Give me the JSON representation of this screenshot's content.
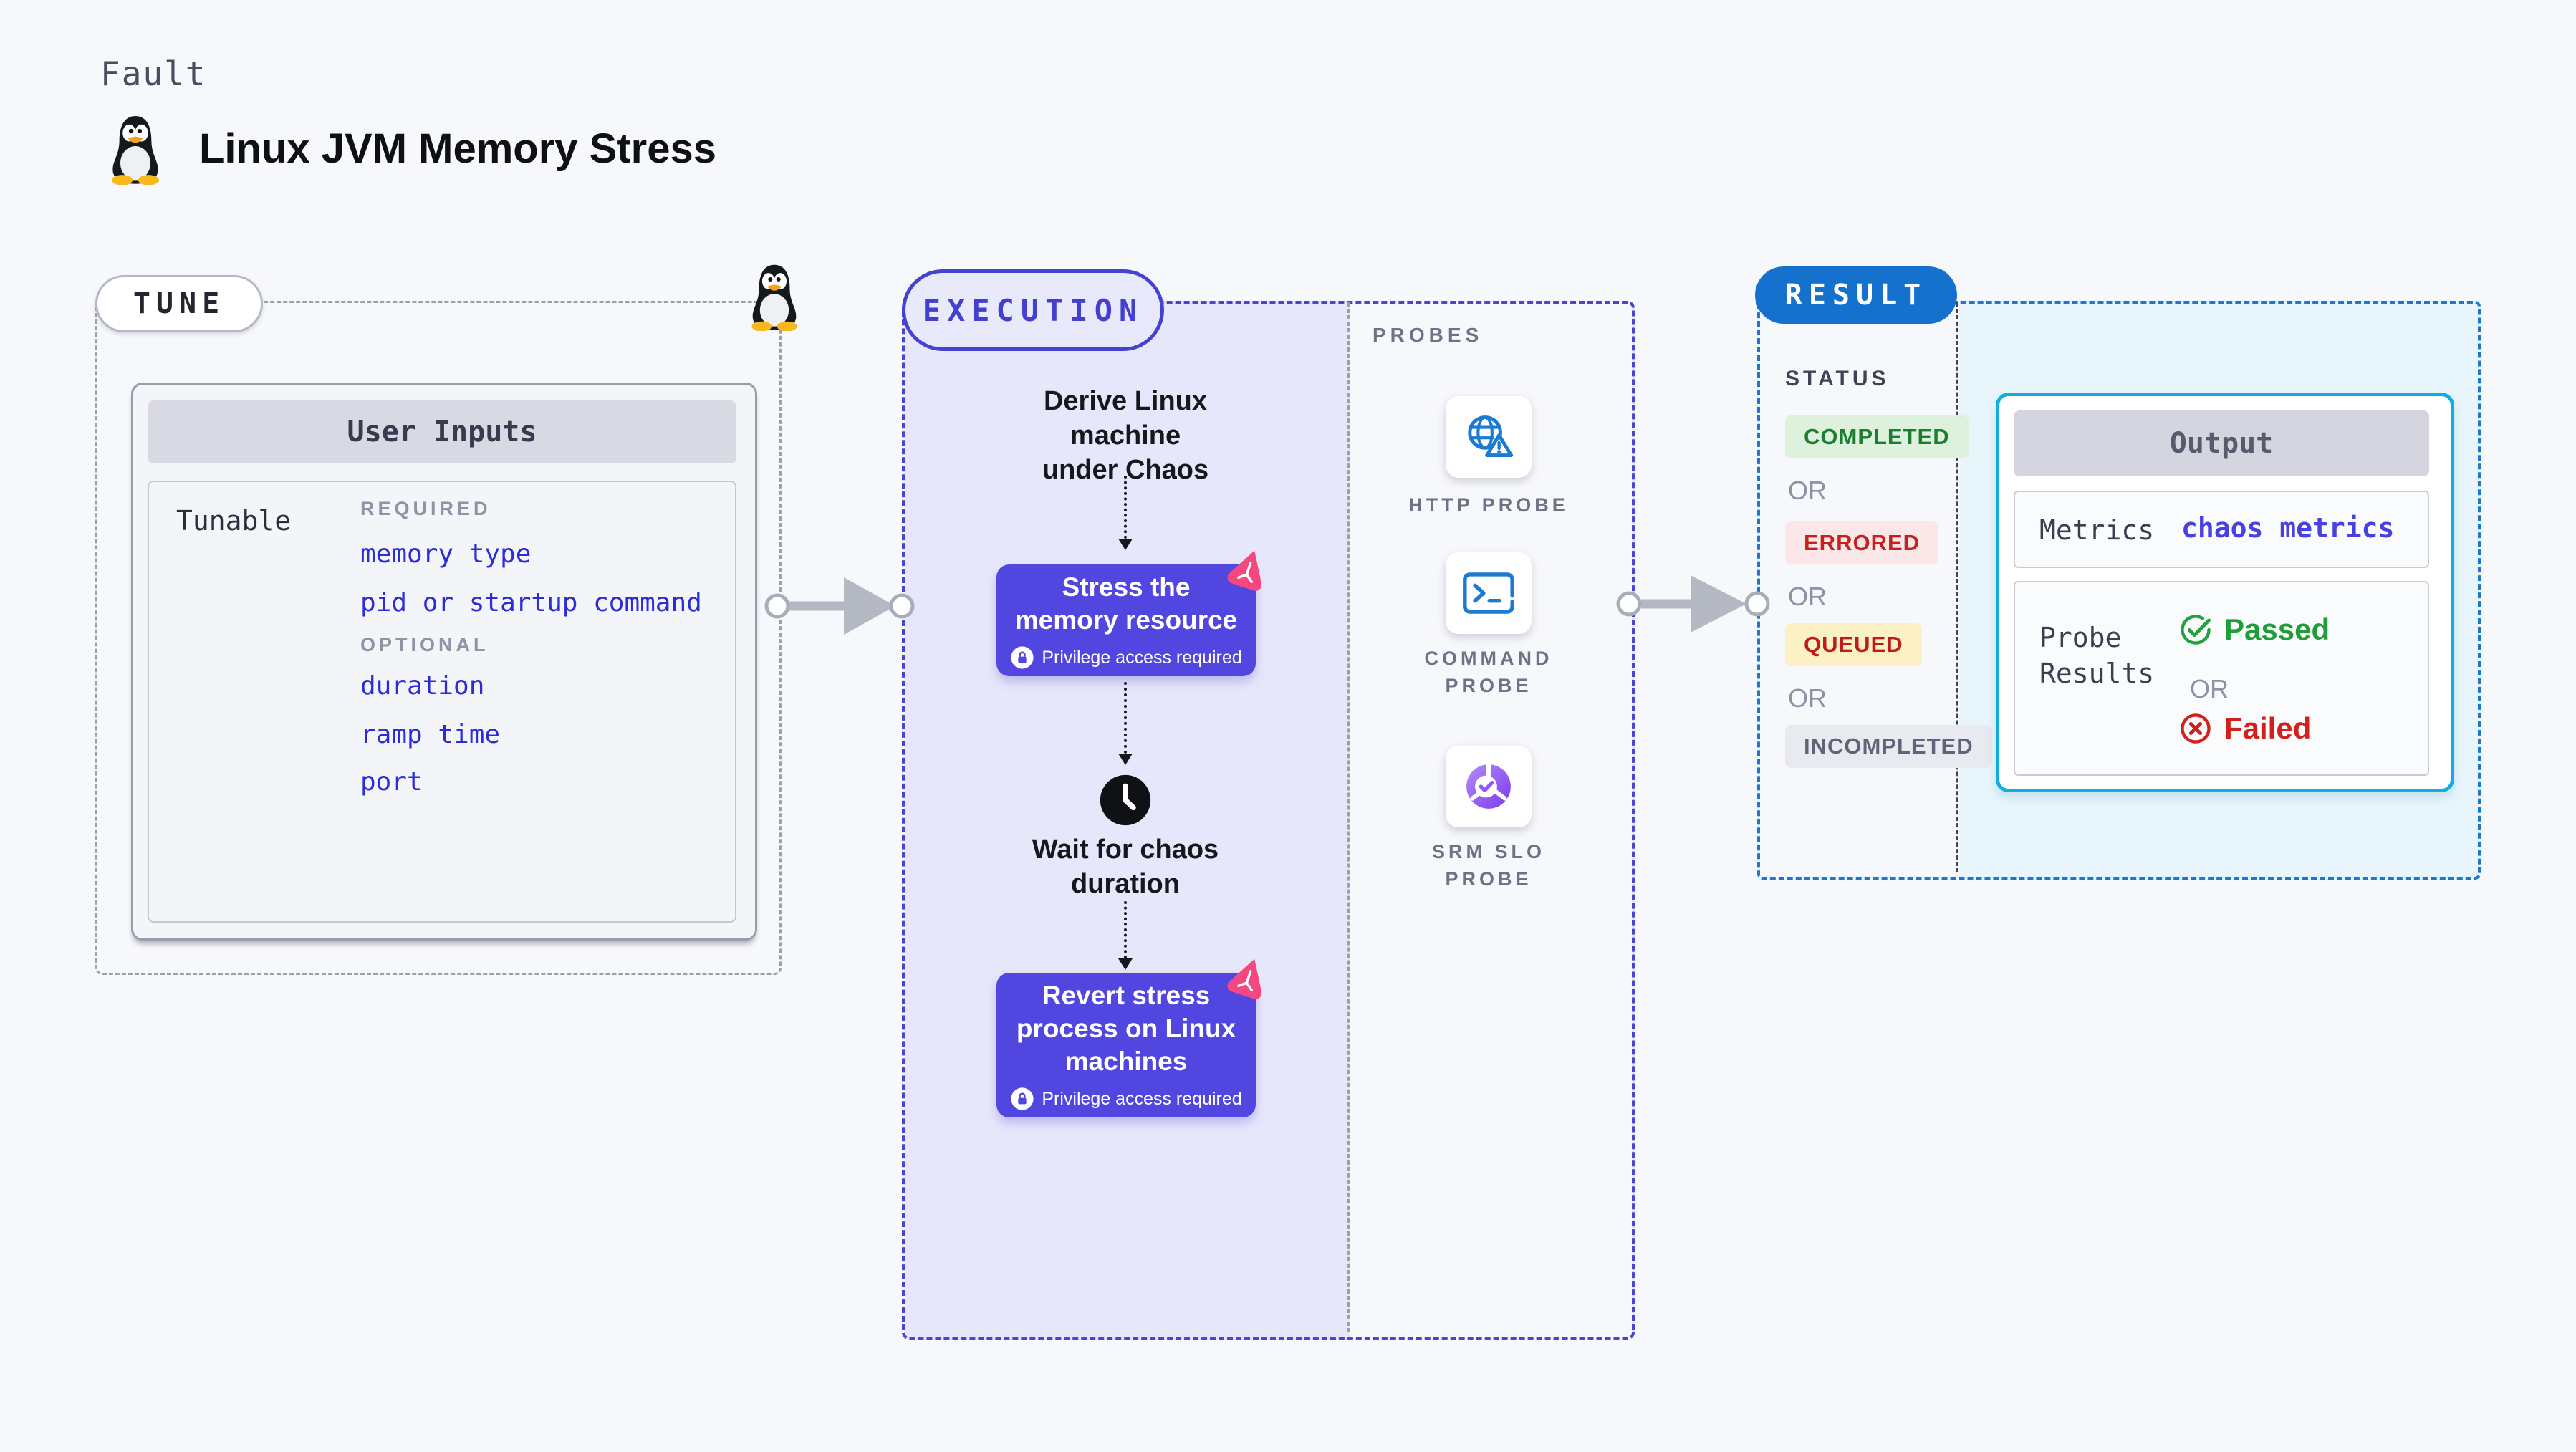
{
  "colors": {
    "page_bg": "#f7f8fc",
    "tune_dash": "#9aa0ab",
    "exec_dash": "#4a45d1",
    "exec_fill": "#e7e7fb",
    "action_purple": "#5147e0",
    "pink_accent": "#f5487f",
    "result_dash": "#1779d3",
    "result_fill": "#e8f6fc",
    "result_pill_blue": "#1471cd",
    "output_border_cyan": "#13ade1",
    "link_blue": "#2c2cd8",
    "completed_green": "#1d7d30",
    "errored_red": "#c42222",
    "queued_red": "#bf1b1b",
    "incompleted_gray": "#5f6579",
    "passed_green": "#1f9d36",
    "failed_red": "#d2201c",
    "probe_icon_blue": "#1b7ad2",
    "srm_purple": "#7c3aed"
  },
  "header": {
    "kicker": "Fault",
    "title": "Linux JVM Memory Stress",
    "icon": "tux-icon"
  },
  "tune": {
    "badge": "TUNE",
    "card_title": "User Inputs",
    "row_label": "Tunable",
    "required_label": "REQUIRED",
    "required_items": [
      "memory type",
      "pid or startup command"
    ],
    "optional_label": "OPTIONAL",
    "optional_items": [
      "duration",
      "ramp time",
      "port"
    ]
  },
  "execution": {
    "badge": "EXECUTION",
    "entry_label": "Derive Linux machine\nunder Chaos",
    "steps": [
      {
        "label": "Stress the\nmemory resource",
        "note": "Privilege access required"
      },
      {
        "label": "Wait for chaos\nduration"
      },
      {
        "label": "Revert stress\nprocess on Linux\nmachines",
        "note": "Privilege access required"
      }
    ]
  },
  "probes": {
    "label": "PROBES",
    "items": [
      {
        "name": "HTTP PROBE",
        "icon": "globe-alert-icon"
      },
      {
        "name": "COMMAND\nPROBE",
        "icon": "terminal-icon"
      },
      {
        "name": "SRM SLO\nPROBE",
        "icon": "slo-pie-icon"
      }
    ]
  },
  "result": {
    "badge": "RESULT",
    "status_label": "STATUS",
    "or_label": "OR",
    "statuses": [
      {
        "text": "COMPLETED",
        "bg": "#ddf1dd",
        "fg": "#1d7d30"
      },
      {
        "text": "ERRORED",
        "bg": "#fbe7e7",
        "fg": "#c42222"
      },
      {
        "text": "QUEUED",
        "bg": "#fcf0c5",
        "fg": "#bf1b1b"
      },
      {
        "text": "INCOMPLETED",
        "bg": "#e9e9f0",
        "fg": "#5f6579"
      }
    ],
    "output": {
      "title": "Output",
      "metrics_label": "Metrics",
      "metrics_value": "chaos metrics",
      "probe_results_label": "Probe\nResults",
      "passed_label": "Passed",
      "or_label": "OR",
      "failed_label": "Failed"
    }
  }
}
